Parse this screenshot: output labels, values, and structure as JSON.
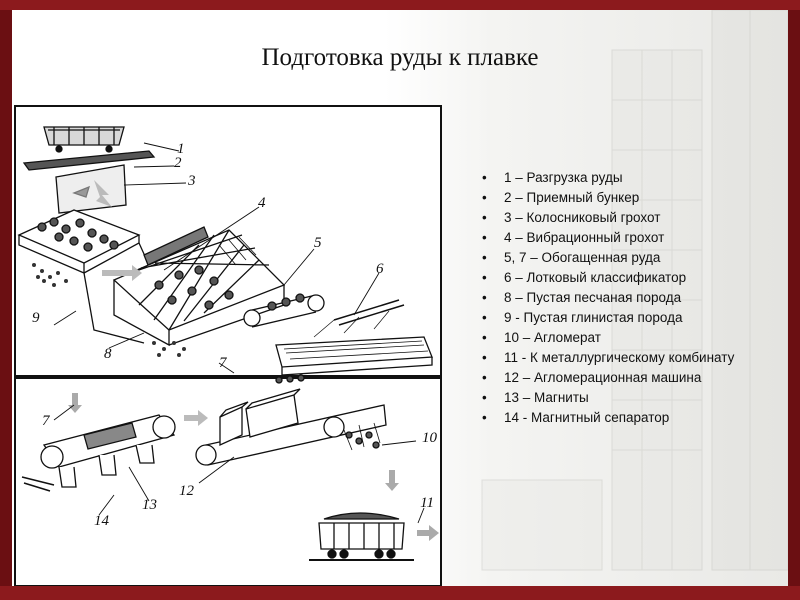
{
  "title": "Подготовка руды к плавке",
  "bullet": "•",
  "diagram": {
    "labels": [
      "1",
      "2",
      "3",
      "4",
      "5",
      "6",
      "7",
      "8",
      "9",
      "7",
      "10",
      "11",
      "12",
      "13",
      "14"
    ]
  },
  "legend": [
    "1  – Разгрузка руды",
    "2 – Приемный бункер",
    "3 – Колосниковый грохот",
    "4 – Вибрационный грохот",
    "5, 7 – Обогащенная руда",
    "6 – Лотковый классификатор",
    "8 – Пустая песчаная порода",
    "9 - Пустая глинистая порода",
    "10 – Агломерат",
    "11 - К металлургическому комбинату",
    "12 – Агломерационная машина",
    "13 – Магниты",
    "14 - Магнитный сепаратор"
  ]
}
